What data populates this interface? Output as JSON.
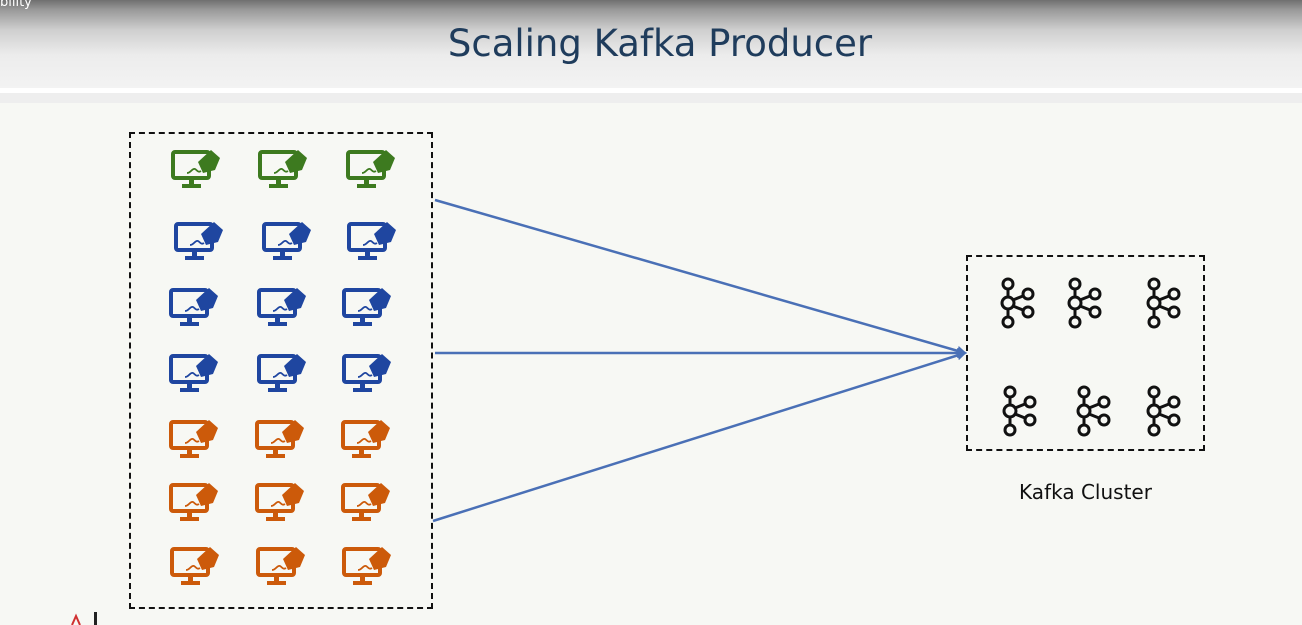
{
  "corner_text": "bility",
  "title": "Scaling Kafka Producer",
  "cluster_label": "Kafka Cluster",
  "colors": {
    "green": "#3d7a1f",
    "blue": "#1f46a0",
    "orange": "#cc5a0a",
    "arrow": "#4a70b6",
    "title": "#1f3c5c"
  },
  "producers": [
    {
      "row": 1,
      "color": "green",
      "icon": "computer-producer-icon",
      "count": 3
    },
    {
      "row": 2,
      "color": "blue",
      "icon": "computer-producer-icon",
      "count": 3
    },
    {
      "row": 3,
      "color": "blue",
      "icon": "computer-producer-icon",
      "count": 3
    },
    {
      "row": 4,
      "color": "blue",
      "icon": "computer-producer-icon",
      "count": 3
    },
    {
      "row": 5,
      "color": "orange",
      "icon": "computer-producer-icon",
      "count": 3
    },
    {
      "row": 6,
      "color": "orange",
      "icon": "computer-producer-icon",
      "count": 3
    },
    {
      "row": 7,
      "color": "orange",
      "icon": "computer-producer-icon",
      "count": 3
    }
  ],
  "brokers": {
    "icon": "kafka-broker-icon",
    "count": 6
  },
  "arrows": {
    "count": 3,
    "direction": "producers-to-cluster"
  }
}
